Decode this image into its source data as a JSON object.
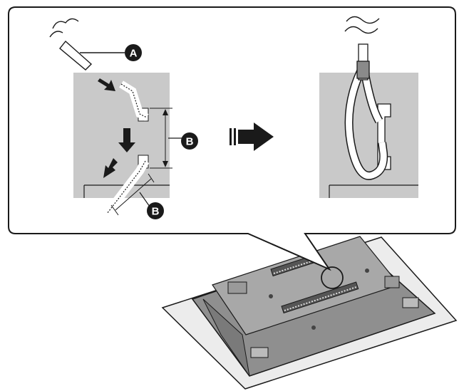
{
  "callouts": {
    "a": "A",
    "b_vertical": "B",
    "b_diagonal": "B"
  },
  "colors": {
    "panel_fill": "#c9c9c9",
    "line": "#1a1a1a",
    "device_body": "#8f8f8f",
    "device_top": "#a8a8a8",
    "base_plate": "#ececec",
    "arrow": "#1a1a1a"
  },
  "icons": {
    "pointer": "hand-pointer-icon",
    "move_arrow": "right-arrow-icon",
    "wire": "wire-loop-icon"
  }
}
